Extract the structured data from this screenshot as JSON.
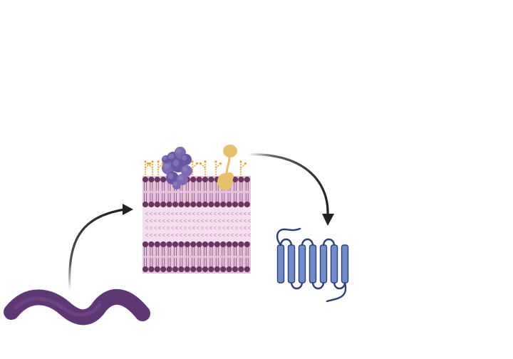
{
  "diagram": {
    "nodes": [
      {
        "id": "bacterium",
        "name": "bacterium-icon"
      },
      {
        "id": "membrane",
        "name": "cell-membrane-icon"
      },
      {
        "id": "protein",
        "name": "transmembrane-protein-icon"
      }
    ],
    "edges": [
      {
        "from": "bacterium",
        "to": "membrane",
        "name": "arrow-bacterium-to-membrane"
      },
      {
        "from": "membrane",
        "to": "protein",
        "name": "arrow-membrane-to-protein"
      }
    ]
  },
  "colors": {
    "bacterium_fill": "#5e3775",
    "bacterium_highlight": "#7a4e92",
    "membrane_band": "#e7c2dc",
    "membrane_head": "#6a3660",
    "membrane_tail": "#8a5a80",
    "membrane_core": "#f4def0",
    "core_tick": "#c4a0c0",
    "glyco_orange": "#e9a52b",
    "protein_cluster": "#7c6bb2",
    "protein_cluster_dark": "#6857a0",
    "yellow_protein": "#e6c06a",
    "helix_fill": "#6e8dcb",
    "helix_stroke": "#2e3f77",
    "arrow": "#222222"
  }
}
